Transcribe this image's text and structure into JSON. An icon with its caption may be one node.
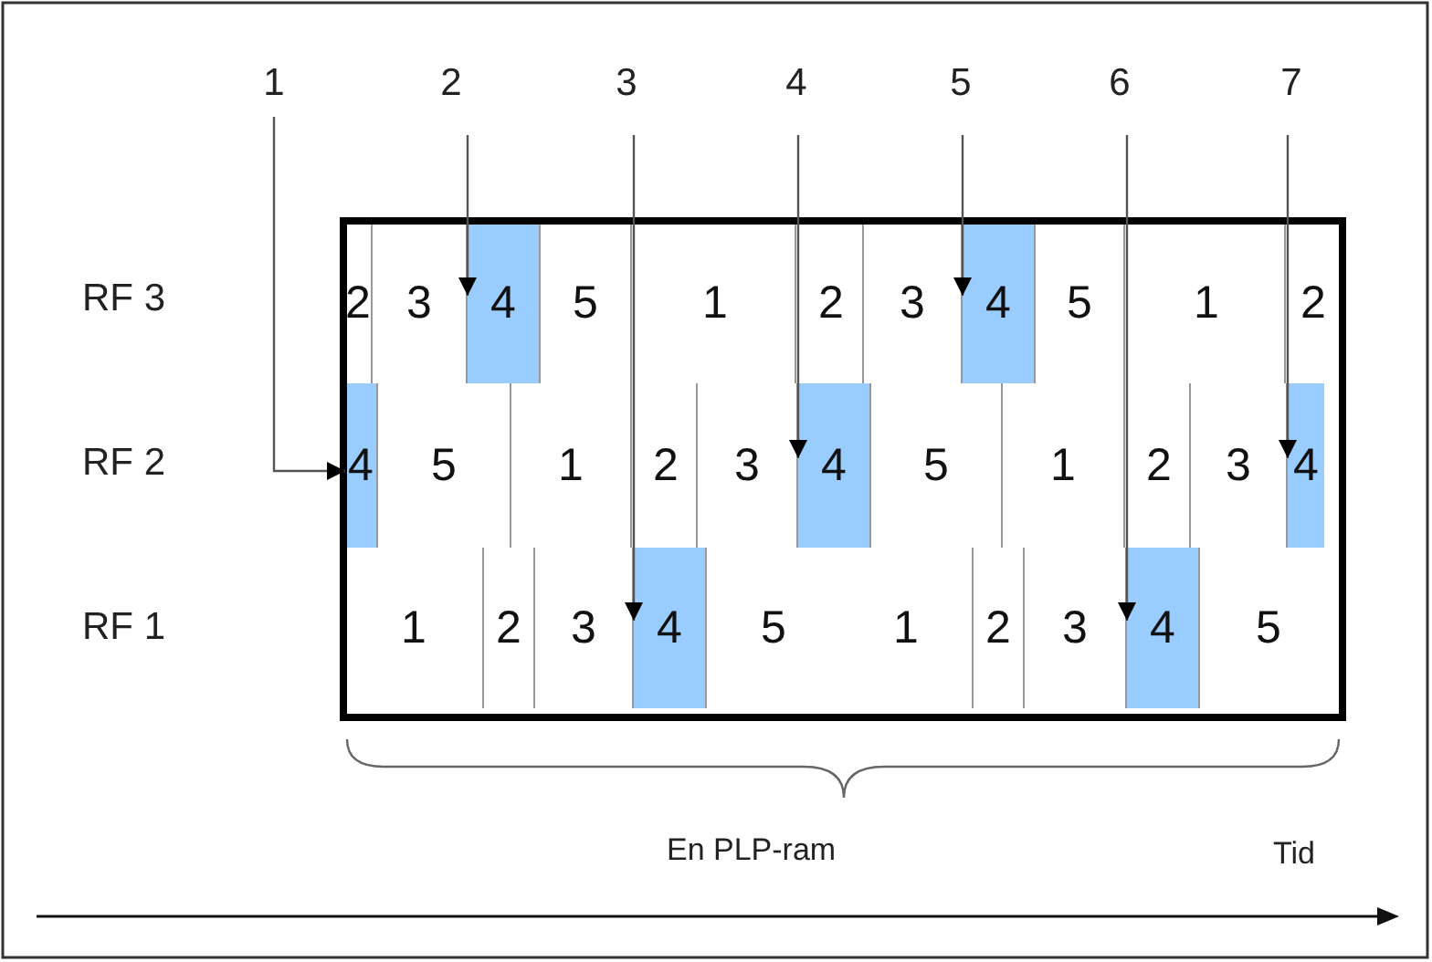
{
  "diagram": {
    "nodes": [
      {
        "text": [
          "1"
        ]
      },
      {
        "text": [
          "2"
        ]
      },
      {
        "text": [
          "3"
        ]
      },
      {
        "text": [
          "4"
        ]
      },
      {
        "text": [
          "5"
        ]
      },
      {
        "text": [
          "6"
        ]
      },
      {
        "text": [
          "7"
        ]
      },
      {
        "text": [
          "2"
        ]
      },
      {
        "text": [
          "3"
        ]
      },
      {
        "text": [
          "4"
        ]
      },
      {
        "text": [
          "5"
        ]
      },
      {
        "text": [
          "1"
        ]
      },
      {
        "text": [
          "2"
        ]
      },
      {
        "text": [
          "3"
        ]
      },
      {
        "text": [
          "4"
        ]
      },
      {
        "text": [
          "5"
        ]
      },
      {
        "text": [
          "1"
        ]
      },
      {
        "text": [
          "2"
        ]
      },
      {
        "text": [
          "4"
        ]
      },
      {
        "text": [
          "5"
        ]
      },
      {
        "text": [
          "1"
        ]
      },
      {
        "text": [
          "2"
        ]
      },
      {
        "text": [
          "3"
        ]
      },
      {
        "text": [
          "4"
        ]
      },
      {
        "text": [
          "5"
        ]
      },
      {
        "text": [
          "1"
        ]
      },
      {
        "text": [
          "2"
        ]
      },
      {
        "text": [
          "3"
        ]
      },
      {
        "text": [
          "4"
        ]
      },
      {
        "text": [
          "1"
        ]
      },
      {
        "text": [
          "2"
        ]
      },
      {
        "text": [
          "3"
        ]
      },
      {
        "text": [
          "4"
        ]
      },
      {
        "text": [
          "5"
        ]
      },
      {
        "text": [
          "1"
        ]
      },
      {
        "text": [
          "2"
        ]
      },
      {
        "text": [
          "3"
        ]
      },
      {
        "text": [
          "4"
        ]
      },
      {
        "text": [
          "5"
        ]
      }
    ],
    "edges": [
      {
        "from": 0,
        "to": 18,
        "arrow": "to"
      },
      {
        "from": 1,
        "to": 9,
        "arrow": "to"
      },
      {
        "from": 2,
        "to": 32,
        "arrow": "to"
      },
      {
        "from": 3,
        "to": 23,
        "arrow": "to"
      },
      {
        "from": 4,
        "to": 14,
        "arrow": "to"
      },
      {
        "from": 5,
        "to": 37,
        "arrow": "to"
      },
      {
        "from": 6,
        "to": 28,
        "arrow": "to"
      }
    ],
    "labels": [
      "RF 3",
      "RF 2",
      "RF 1",
      "En PLP-ram",
      "Tid"
    ]
  }
}
